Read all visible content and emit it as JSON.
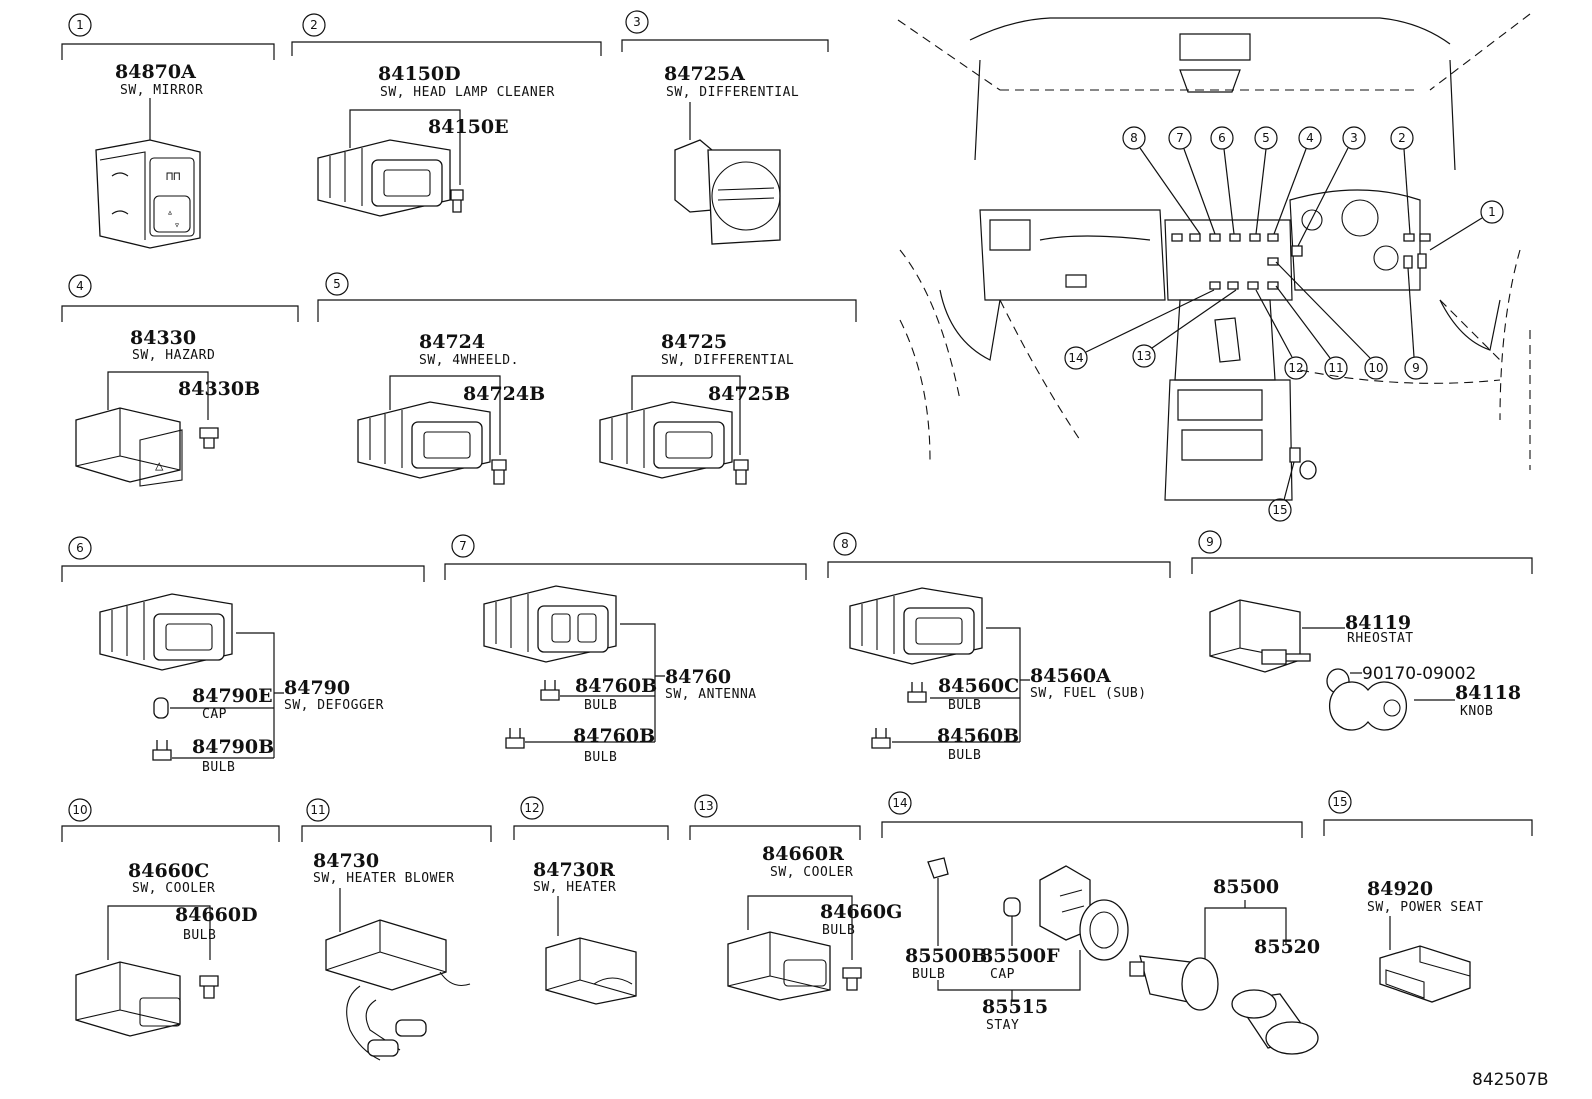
{
  "diagram_code": "842507B",
  "groups": [
    {
      "num": "1",
      "parts": [
        {
          "pn": "84870A",
          "desc": "SW, MIRROR"
        }
      ]
    },
    {
      "num": "2",
      "parts": [
        {
          "pn": "84150D",
          "desc": "SW, HEAD LAMP CLEANER"
        },
        {
          "pn": "84150E",
          "desc": ""
        }
      ]
    },
    {
      "num": "3",
      "parts": [
        {
          "pn": "84725A",
          "desc": "SW, DIFFERENTIAL"
        }
      ]
    },
    {
      "num": "4",
      "parts": [
        {
          "pn": "84330",
          "desc": "SW, HAZARD"
        },
        {
          "pn": "84330B",
          "desc": ""
        }
      ]
    },
    {
      "num": "5",
      "parts": [
        {
          "pn": "84724",
          "desc": "SW, 4WHEELD."
        },
        {
          "pn": "84724B",
          "desc": ""
        },
        {
          "pn": "84725",
          "desc": "SW, DIFFERENTIAL"
        },
        {
          "pn": "84725B",
          "desc": ""
        }
      ]
    },
    {
      "num": "6",
      "parts": [
        {
          "pn": "84790",
          "desc": "SW, DEFOGGER"
        },
        {
          "pn": "84790E",
          "desc": "CAP"
        },
        {
          "pn": "84790B",
          "desc": "BULB"
        }
      ]
    },
    {
      "num": "7",
      "parts": [
        {
          "pn": "84760",
          "desc": "SW, ANTENNA"
        },
        {
          "pn": "84760B",
          "desc": "BULB"
        },
        {
          "pn": "84760B",
          "desc": "BULB"
        }
      ]
    },
    {
      "num": "8",
      "parts": [
        {
          "pn": "84560A",
          "desc": "SW, FUEL (SUB)"
        },
        {
          "pn": "84560C",
          "desc": "BULB"
        },
        {
          "pn": "84560B",
          "desc": "BULB"
        }
      ]
    },
    {
      "num": "9",
      "parts": [
        {
          "pn": "84119",
          "desc": "RHEOSTAT"
        },
        {
          "pn": "90170-09002",
          "desc": ""
        },
        {
          "pn": "84118",
          "desc": "KNOB"
        }
      ]
    },
    {
      "num": "10",
      "parts": [
        {
          "pn": "84660C",
          "desc": "SW, COOLER"
        },
        {
          "pn": "84660D",
          "desc": "BULB"
        }
      ]
    },
    {
      "num": "11",
      "parts": [
        {
          "pn": "84730",
          "desc": "SW, HEATER BLOWER"
        }
      ]
    },
    {
      "num": "12",
      "parts": [
        {
          "pn": "84730R",
          "desc": "SW, HEATER"
        }
      ]
    },
    {
      "num": "13",
      "parts": [
        {
          "pn": "84660R",
          "desc": "SW, COOLER"
        },
        {
          "pn": "84660G",
          "desc": "BULB"
        }
      ]
    },
    {
      "num": "14",
      "parts": [
        {
          "pn": "85500B",
          "desc": "BULB"
        },
        {
          "pn": "85500F",
          "desc": "CAP"
        },
        {
          "pn": "85515",
          "desc": "STAY"
        },
        {
          "pn": "85500",
          "desc": ""
        },
        {
          "pn": "85520",
          "desc": ""
        }
      ]
    },
    {
      "num": "15",
      "parts": [
        {
          "pn": "84920",
          "desc": "SW, POWER SEAT"
        }
      ]
    }
  ],
  "locator_callouts": [
    "8",
    "7",
    "6",
    "5",
    "4",
    "3",
    "2",
    "1",
    "9",
    "10",
    "11",
    "12",
    "13",
    "14",
    "15"
  ]
}
